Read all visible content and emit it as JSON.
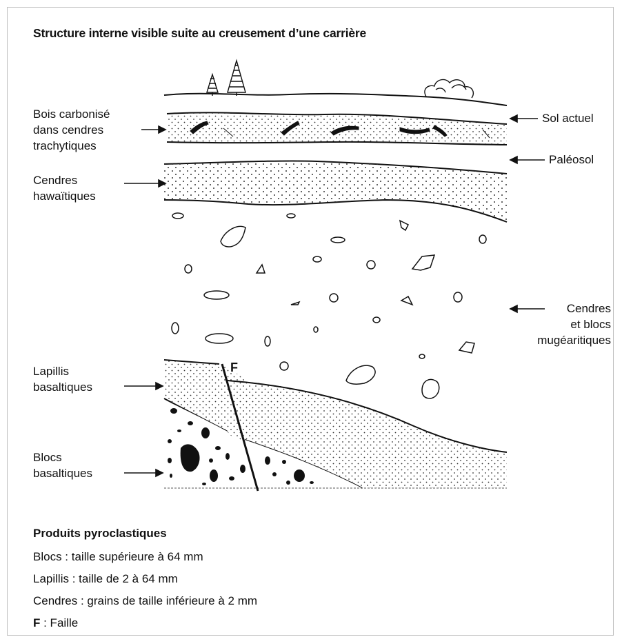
{
  "title": "Structure interne visible suite au creusement d’une carrière",
  "labels_left": {
    "bois": "Bois carbonisé\ndans cendres\ntrachytiques",
    "cendres_haw": "Cendres\nhawaïtiques",
    "lapillis": "Lapillis\nbasaltiques",
    "blocs": "Blocs\nbasaltiques"
  },
  "labels_right": {
    "sol_actuel": "Sol actuel",
    "paleosol": "Paléosol",
    "cendres_mug": "Cendres\net blocs\nmugéaritiques"
  },
  "fault_label": "F",
  "legend": {
    "title": "Produits pyroclastiques",
    "line1": "Blocs : taille supérieure à 64 mm",
    "line2": "Lapillis : taille de 2 à 64 mm",
    "line3": "Cendres : grains de taille inférieure à 2 mm",
    "line4_key": "F",
    "line4_text": " : Faille"
  },
  "icons": [
    "conifer-tree-icon",
    "bush-icon",
    "arrow-icon"
  ]
}
